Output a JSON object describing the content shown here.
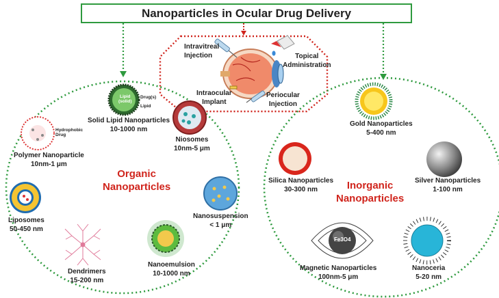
{
  "title": "Nanoparticles in Ocular Drug Delivery",
  "routes": {
    "intravitreal": "Intravitreal\nInjection",
    "topical": "Topical\nAdministration",
    "intraocular": "Intraocular\nImplant",
    "periocular": "Periocular\nInjection"
  },
  "organic": {
    "heading": "Organic\nNanoparticles",
    "items": [
      {
        "name": "Solid Lipid Nanoparticles",
        "size": "10-1000 nm"
      },
      {
        "name": "Polymer Nanoparticle",
        "size": "10nm-1 μm"
      },
      {
        "name": "Niosomes",
        "size": "10nm-5 μm"
      },
      {
        "name": "Liposomes",
        "size": "50-450 nm"
      },
      {
        "name": "Nanosuspension",
        "size": "< 1 μm"
      },
      {
        "name": "Dendrimers",
        "size": "15-200 nm"
      },
      {
        "name": "Nanoemulsion",
        "size": "10-1000 nm"
      }
    ],
    "annotations": {
      "lipid_solid": "Lipid\n(solid)",
      "drug": "Drug(s)",
      "lipid": "Lipid",
      "hydrophobic": "Hydrophobic\nDrug"
    }
  },
  "inorganic": {
    "heading": "Inorganic\nNanoparticles",
    "items": [
      {
        "name": "Gold Nanoparticles",
        "size": "5-400 nm"
      },
      {
        "name": "Silica Nanoparticles",
        "size": "30-300 nm"
      },
      {
        "name": "Silver Nanoparticles",
        "size": "1-100 nm"
      },
      {
        "name": "Magnetic Nanoparticles",
        "size": "100nm-5 μm"
      },
      {
        "name": "Nanoceria",
        "size": "5-20 nm"
      }
    ],
    "annotations": {
      "fe3o4": "Fe3O4"
    }
  },
  "colors": {
    "green_dotted": "#2e9a3e",
    "red_dotted": "#d0241c",
    "heading_red": "#d0241c"
  }
}
